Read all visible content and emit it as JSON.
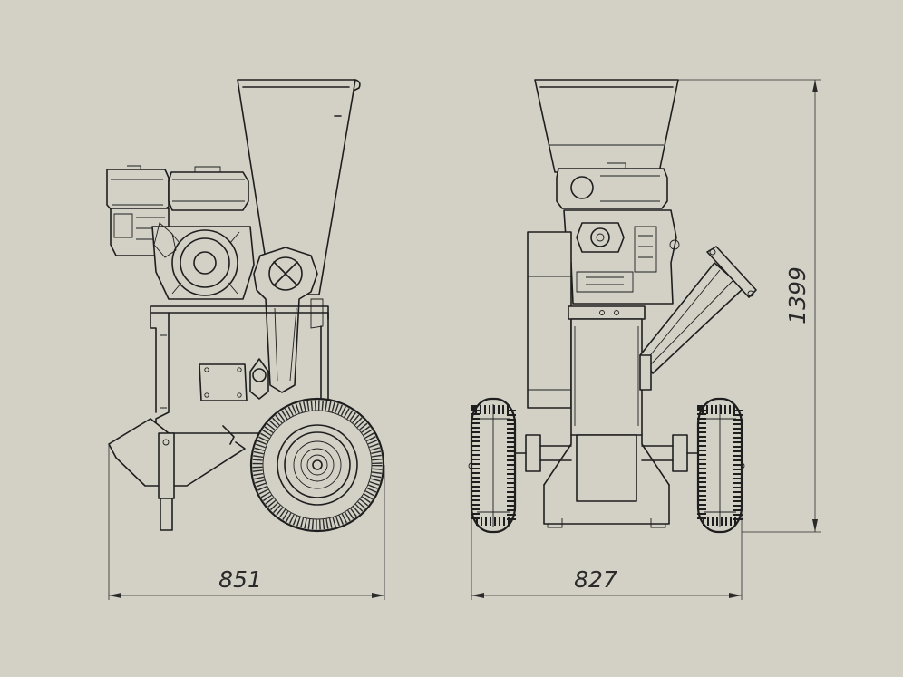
{
  "drawing": {
    "colors": {
      "background": "#d3d1c6",
      "line": "#1e1e1e"
    },
    "dimensions": {
      "side_width": "851",
      "front_width": "827",
      "height": "1399"
    }
  }
}
